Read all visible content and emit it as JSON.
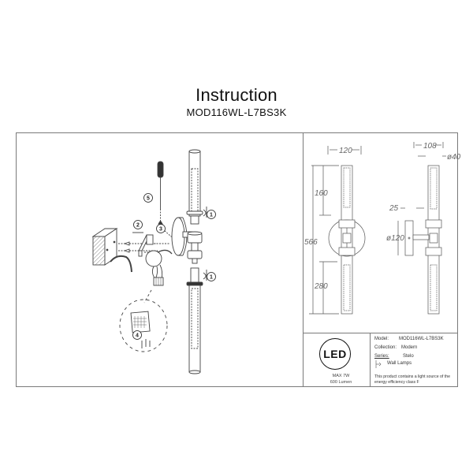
{
  "header": {
    "title": "Instruction",
    "model_code": "MOD116WL-L7BS3K"
  },
  "assembly_diagram": {
    "step_labels": [
      "①",
      "②",
      "③",
      "④",
      "⑤",
      "①"
    ],
    "steps": [
      {
        "number": "1",
        "description": "rotate glass tube onto socket (top)"
      },
      {
        "number": "2",
        "description": "attach mounting bracket to wall"
      },
      {
        "number": "3",
        "description": "fix base plate to bracket"
      },
      {
        "number": "4",
        "description": "connect wires to terminal block"
      },
      {
        "number": "5",
        "description": "tighten screw with screwdriver"
      },
      {
        "number": "1",
        "description": "rotate glass tube onto socket (bottom)"
      }
    ]
  },
  "dimensions": {
    "front_width": "120",
    "total_height": "566",
    "upper_tube": "160",
    "lower_tube": "280",
    "side_depth": "108",
    "tube_diameter": "ø40",
    "plate_offset": "25",
    "plate_diameter": "ø120"
  },
  "spec_box": {
    "led_badge": "LED",
    "max_power": "MAX 7W",
    "lumen": "600 Lumen",
    "model_label": "Model:",
    "model_value": "MOD116WL-L7BS3K",
    "collection_label": "Collection:",
    "collection_value": "Modern",
    "series_label": "Series:",
    "series_value": "Stelo",
    "category_icon": "wall-lamp-icon",
    "category_value": "Wall Lamps",
    "energy_note": "This product contains a light source of the energy efficiency class F"
  },
  "colors": {
    "line": "#555555",
    "frame": "#7a7a7a",
    "dim": "#666666",
    "text": "#222222"
  }
}
